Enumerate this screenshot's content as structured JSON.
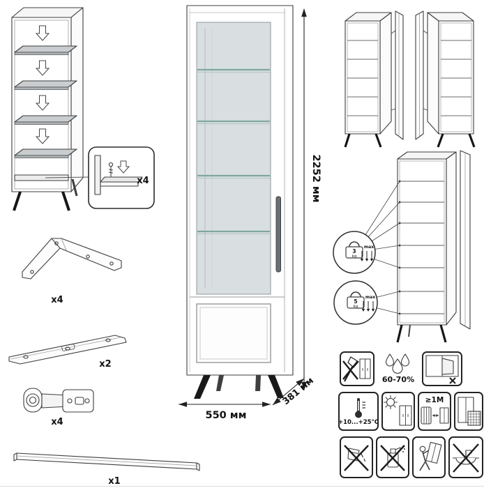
{
  "parts": [
    {
      "name": "shelf-pin",
      "qty_label": "x4"
    },
    {
      "name": "leg-bracket",
      "qty_label": "x4"
    },
    {
      "name": "mounting-rail",
      "qty_label": "x2"
    },
    {
      "name": "hinge",
      "qty_label": "x4"
    },
    {
      "name": "handle-profile",
      "qty_label": "x1"
    }
  ],
  "dimensions": {
    "height": "2252 мм",
    "width": "550 мм",
    "depth": "381 мм"
  },
  "load_limits": [
    {
      "target": "glass-shelf",
      "value": "3",
      "unit": "kg",
      "note": "max"
    },
    {
      "target": "bottom-shelf",
      "value": "5",
      "unit": "kg",
      "note": "max"
    }
  ],
  "care": {
    "humidity_range": "60-70%",
    "temperature_range": "+10...+25°C",
    "min_distance_from_heat": "≥1M",
    "icons": [
      "no-hammering",
      "humidity",
      "no-open-window",
      "temperature-range",
      "no-direct-sunlight",
      "heat-source-distance",
      "ventilation-grid",
      "no-spill",
      "no-aggressive-cleaners",
      "carry-carefully",
      "no-washing"
    ]
  }
}
